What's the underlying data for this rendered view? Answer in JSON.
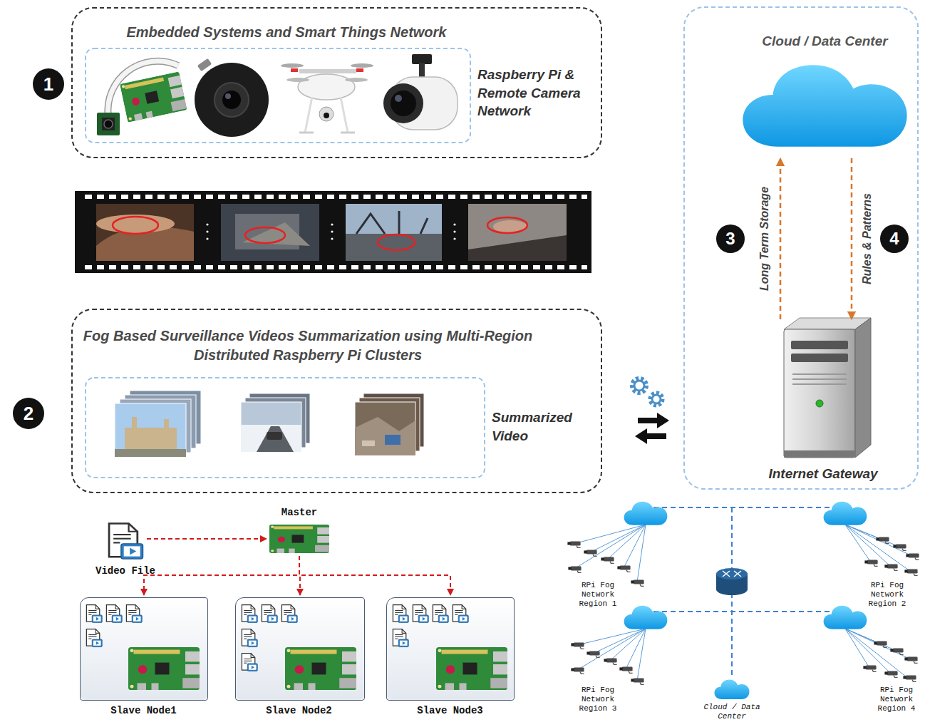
{
  "diagram": {
    "nodes": [
      {
        "text": [
          "Embedded Systems and Smart Things Network",
          "Raspberry Pi & Remote Camera Network"
        ]
      },
      {
        "text": [
          "Fog Based Surveillance Videos Summarization using Multi-Region Distributed Raspberry Pi Clusters",
          "Summarized Video"
        ]
      },
      {
        "text": [
          "Cloud / Data Center"
        ]
      },
      {
        "text": [
          "Internet Gateway"
        ]
      },
      {
        "text": [
          "Video File"
        ]
      },
      {
        "text": [
          "Master"
        ]
      },
      {
        "text": [
          "Slave Node1"
        ]
      },
      {
        "text": [
          "Slave Node2"
        ]
      },
      {
        "text": [
          "Slave Node3"
        ]
      }
    ],
    "edges": [
      {
        "from": 3,
        "to": 2,
        "arrow": "to",
        "label": "Long Term Storage"
      },
      {
        "from": 2,
        "to": 3,
        "arrow": "to",
        "label": "Rules & Patterns"
      },
      {
        "from": 4,
        "to": 5,
        "arrow": "to"
      },
      {
        "from": 5,
        "to": 6,
        "arrow": "to"
      },
      {
        "from": 5,
        "to": 7,
        "arrow": "to"
      },
      {
        "from": 5,
        "to": 8,
        "arrow": "to"
      }
    ],
    "labels": [
      "1",
      "2",
      "3",
      "4",
      "RPi Fog Network Region 1",
      "RPi Fog Network Region 2",
      "RPi Fog Network Region 3",
      "RPi Fog Network Region 4",
      "Cloud / Data Center"
    ]
  }
}
